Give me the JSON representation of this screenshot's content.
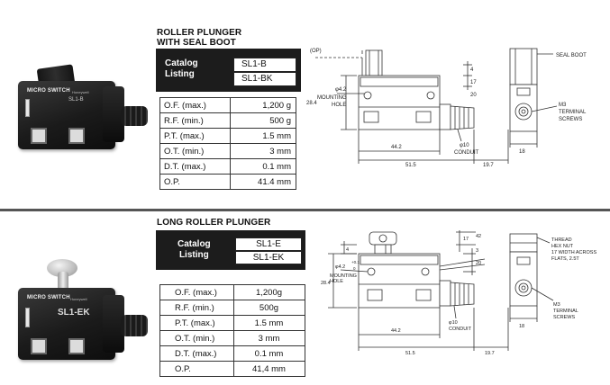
{
  "sections": [
    {
      "title_lines": [
        "ROLLER PLUNGER",
        "WITH SEAL BOOT"
      ],
      "catalog_label_lines": [
        "Catalog",
        "Listing"
      ],
      "catalog_values": [
        "SL1-B",
        "SL1-BK"
      ],
      "specs": [
        {
          "key": "O.F. (max.)",
          "value": "1,200 g"
        },
        {
          "key": "R.F. (min.)",
          "value": "500 g"
        },
        {
          "key": "P.T. (max.)",
          "value": "1.5 mm"
        },
        {
          "key": "O.T. (min.)",
          "value": "3   mm"
        },
        {
          "key": "D.T. (max.)",
          "value": "0.1 mm"
        },
        {
          "key": "O.P.",
          "value": "41.4 mm"
        }
      ],
      "photo": {
        "brand": "MICRO SWITCH",
        "note": "Honeywell",
        "catalog": "SL1-B"
      },
      "drawing": {
        "op": "(OP)",
        "seal_boot": "SEAL BOOT",
        "hole_dia": "φ4.2",
        "mounting": "MOUNTING",
        "hole": "HOLE",
        "height": "28.4",
        "d_4": "4",
        "d_20": "20",
        "d_17": "17",
        "len_442": "44.2",
        "len_515": "51.5",
        "len_197": "19.7",
        "conduit_dia": "φ10",
        "conduit": "CONDUIT",
        "m3": "M3",
        "terminal": "TERMINAL",
        "screws": "SCREWS",
        "side_w": "18"
      }
    },
    {
      "title_lines": [
        "LONG ROLLER PLUNGER"
      ],
      "catalog_label_lines": [
        "Catalog",
        "Listing"
      ],
      "catalog_values": [
        "SL1-E",
        "SL1-EK"
      ],
      "specs": [
        {
          "key": "O.F. (max.)",
          "value": "1,200g"
        },
        {
          "key": "R.F. (min.)",
          "value": "500g"
        },
        {
          "key": "P.T. (max.)",
          "value": "1.5 mm"
        },
        {
          "key": "O.T. (min.)",
          "value": "3 mm"
        },
        {
          "key": "D.T. (max.)",
          "value": "0.1 mm"
        },
        {
          "key": "O.P.",
          "value": "41,4 mm"
        }
      ],
      "photo": {
        "brand": "MICRO SWITCH",
        "note": "Honeywell",
        "catalog": "SL1-EK"
      },
      "drawing": {
        "hole_dia": "φ4.2",
        "tol_plus": "+0.1",
        "tol_zero": "0",
        "mounting": "MOUNTING",
        "hole": "HOLE",
        "height": "28.4",
        "d_4": "4",
        "d_17": "17",
        "d_20": "20",
        "d_3": "3",
        "d_42": "42",
        "len_442": "44.2",
        "len_515": "51.5",
        "len_197": "19.7",
        "conduit_dia": "φ10",
        "conduit": "CONDUIT",
        "thread": "THREAD",
        "hex_nut": "HEX NUT",
        "width_across": "17 WIDTH ACROSS",
        "flats": "FLATS, 2.5T",
        "m3": "M3",
        "terminal": "TERMINAL",
        "screws": "SCREWS",
        "side_w": "18"
      }
    }
  ]
}
